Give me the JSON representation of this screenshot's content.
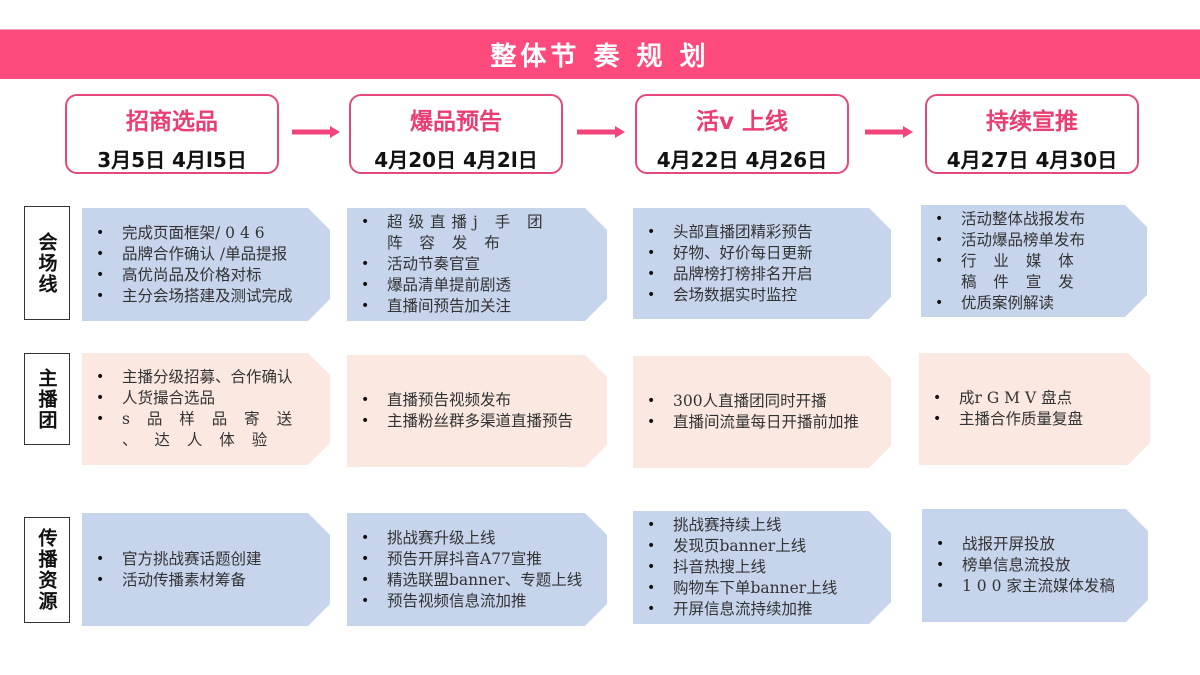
{
  "header": {
    "title": "整体节 奏 规 划"
  },
  "colors": {
    "accent": "#ff4a7d",
    "phase_border": "#e5487a",
    "blue_card": "#c7d5ec",
    "pink_card": "#fbe8e0"
  },
  "phases": [
    {
      "title": "招商选品",
      "date": "3月5日 4月l5日"
    },
    {
      "title": "爆品预告",
      "date": "4月20日 4月2l日"
    },
    {
      "title": "活v 上线",
      "date": "4月22日 4月26日"
    },
    {
      "title": "持续宣推",
      "date": "4月27日 4月30日"
    }
  ],
  "arrow_icon": "right-arrow",
  "rows": [
    {
      "label": "会场线",
      "cards": [
        {
          "items": [
            "完成页面框架/ 0 4 6",
            "品牌合作确认 /单品提报",
            "高优尚品及价格对标",
            "主分会场搭建及测试完成"
          ]
        },
        {
          "items": [
            "超级直播j 手 团 阵 容 发 布",
            "活动节奏官宣",
            "爆品清单提前剧透",
            "直播间预告加关注"
          ]
        },
        {
          "items": [
            "头部直播团精彩预告",
            "好物、好价每日更新",
            "品牌榜打榜排名开启",
            "会场数据实时监控"
          ]
        },
        {
          "items": [
            "活动整体战报发布",
            "活动爆品榜单发布",
            "行 业 媒 体 稿 件 宣 发",
            "优质案例解读"
          ]
        }
      ]
    },
    {
      "label": "主播团",
      "cards": [
        {
          "items": [
            "主播分级招募、合作确认",
            "人货撮合选品",
            "s 品 样 品 寄 送 、 达 人 体 验"
          ]
        },
        {
          "items": [
            "直播预告视频发布",
            "主播粉丝群多渠道直播预告"
          ]
        },
        {
          "items": [
            "300人直播团同时开播",
            "直播间流量每日开播前加推"
          ]
        },
        {
          "items": [
            "成r G M V 盘点",
            "主播合作质量复盘"
          ]
        }
      ]
    },
    {
      "label": "传播资源",
      "cards": [
        {
          "items": [
            "官方挑战赛话题创建",
            "活动传播素材筹备"
          ]
        },
        {
          "items": [
            "挑战赛升级上线",
            "预告开屏抖音A77宣推",
            "精选联盟banner、专题上线",
            "预告视频信息流加推"
          ]
        },
        {
          "items": [
            "挑战赛持续上线",
            "发现页banner上线",
            "抖音热搜上线",
            "购物车下单banner上线",
            "开屏信息流持续加推"
          ]
        },
        {
          "items": [
            "战报开屏投放",
            "榜单信息流投放",
            "1 0 0 家主流媒体发稿"
          ]
        }
      ]
    }
  ]
}
